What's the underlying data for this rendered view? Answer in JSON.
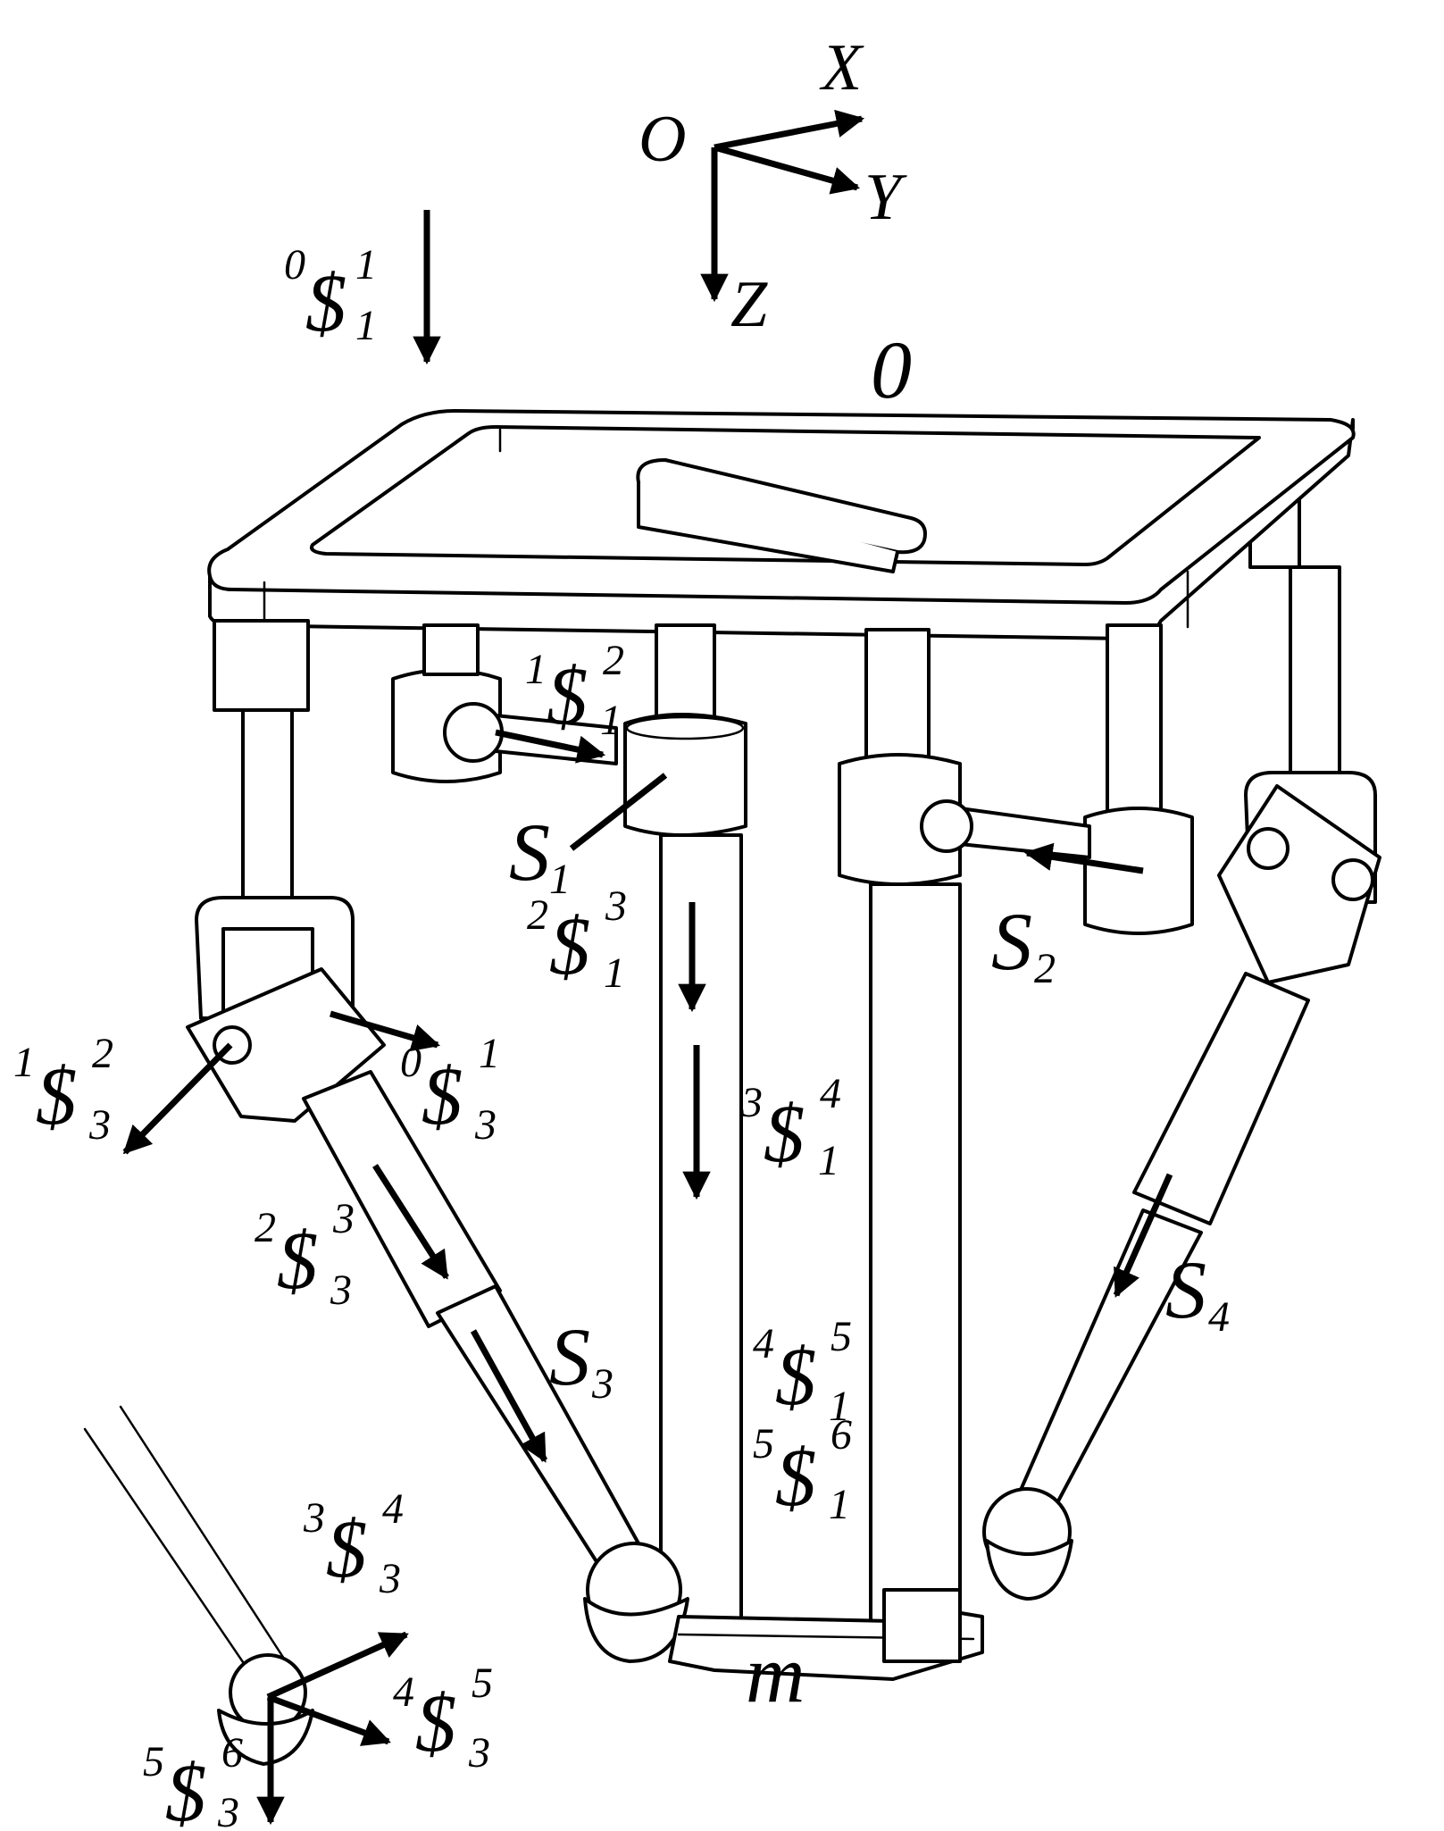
{
  "figure": {
    "axes": {
      "origin": "O",
      "x": "X",
      "y": "Y",
      "z": "Z"
    },
    "body_labels": {
      "base": "0",
      "platform": "m"
    },
    "screw_labels": [
      {
        "id": "s01_1",
        "pre": "0",
        "main": "$",
        "sup": "1",
        "sub": "1"
      },
      {
        "id": "s12_1",
        "pre": "1",
        "main": "$",
        "sup": "2",
        "sub": "1"
      },
      {
        "id": "s23_1",
        "pre": "2",
        "main": "$",
        "sup": "3",
        "sub": "1"
      },
      {
        "id": "s34_1",
        "pre": "3",
        "main": "$",
        "sup": "4",
        "sub": "1"
      },
      {
        "id": "s45_1",
        "pre": "4",
        "main": "$",
        "sup": "5",
        "sub": "1"
      },
      {
        "id": "s56_1",
        "pre": "5",
        "main": "$",
        "sup": "6",
        "sub": "1"
      },
      {
        "id": "s12_3",
        "pre": "1",
        "main": "$",
        "sup": "2",
        "sub": "3"
      },
      {
        "id": "s01_3",
        "pre": "0",
        "main": "$",
        "sup": "1",
        "sub": "3"
      },
      {
        "id": "s23_3",
        "pre": "2",
        "main": "$",
        "sup": "3",
        "sub": "3"
      },
      {
        "id": "s34_3",
        "pre": "3",
        "main": "$",
        "sup": "4",
        "sub": "3"
      },
      {
        "id": "s45_3",
        "pre": "4",
        "main": "$",
        "sup": "5",
        "sub": "3"
      },
      {
        "id": "s56_3",
        "pre": "5",
        "main": "$",
        "sup": "6",
        "sub": "3"
      }
    ],
    "limb_labels": [
      {
        "id": "S1",
        "main": "S",
        "sub": "1"
      },
      {
        "id": "S2",
        "main": "S",
        "sub": "2"
      },
      {
        "id": "S3",
        "main": "S",
        "sub": "3"
      },
      {
        "id": "S4",
        "main": "S",
        "sub": "4"
      }
    ]
  }
}
